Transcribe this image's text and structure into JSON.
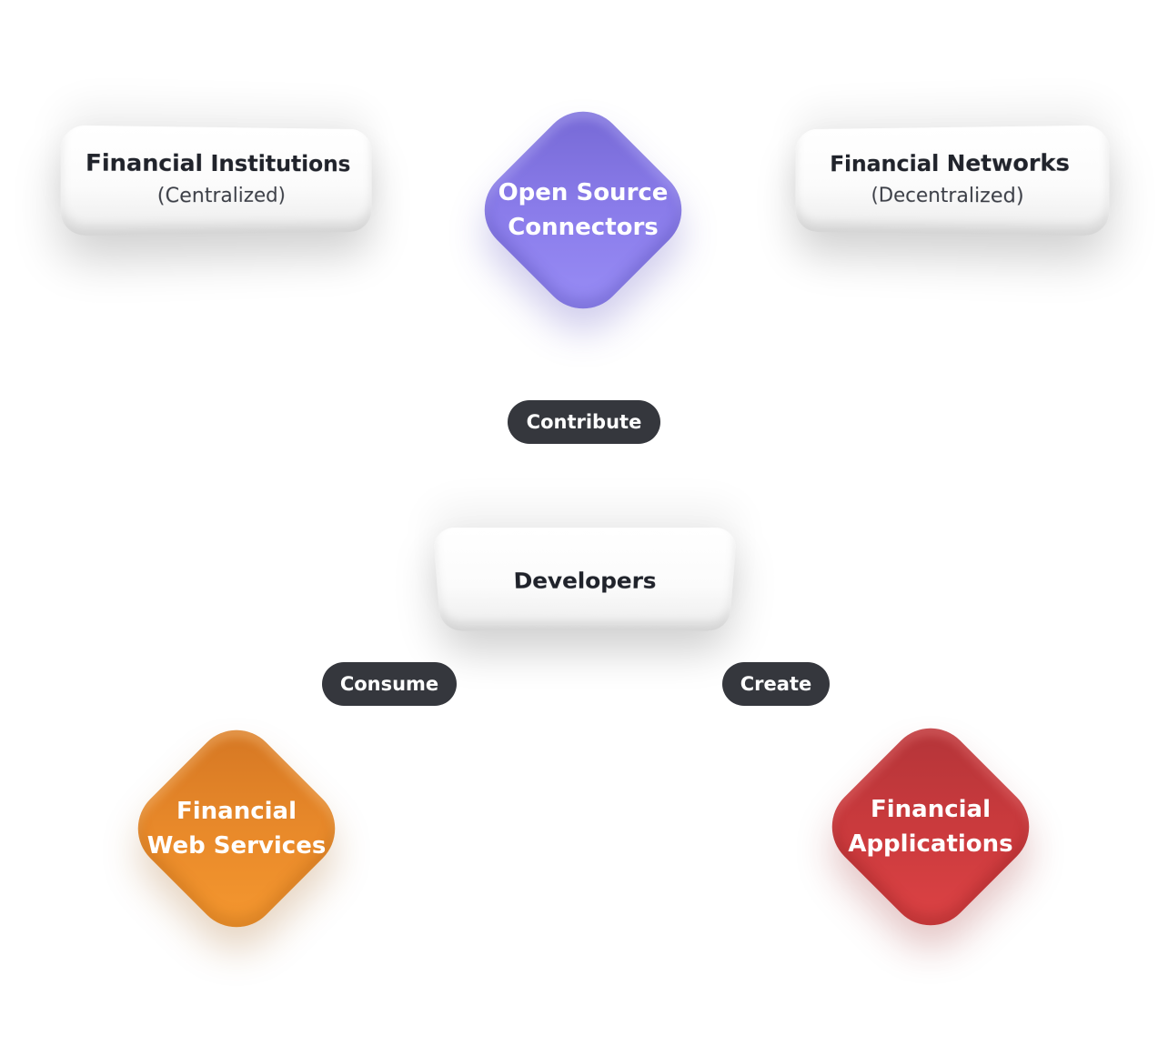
{
  "nodes": {
    "financial_institutions": {
      "title": "Financial Institutions",
      "subtitle": "(Centralized)"
    },
    "open_source_connectors": {
      "line1": "Open Source",
      "line2": "Connectors",
      "color": "#8a7cea"
    },
    "financial_networks": {
      "title": "Financial Networks",
      "subtitle": "(Decentralized)"
    },
    "developers": {
      "title": "Developers"
    },
    "financial_web_services": {
      "line1": "Financial",
      "line2": "Web Services",
      "color": "#e8892a"
    },
    "financial_applications": {
      "line1": "Financial",
      "line2": "Applications",
      "color": "#ca3a3d"
    }
  },
  "edges": {
    "contribute": "Contribute",
    "consume": "Consume",
    "create": "Create"
  }
}
